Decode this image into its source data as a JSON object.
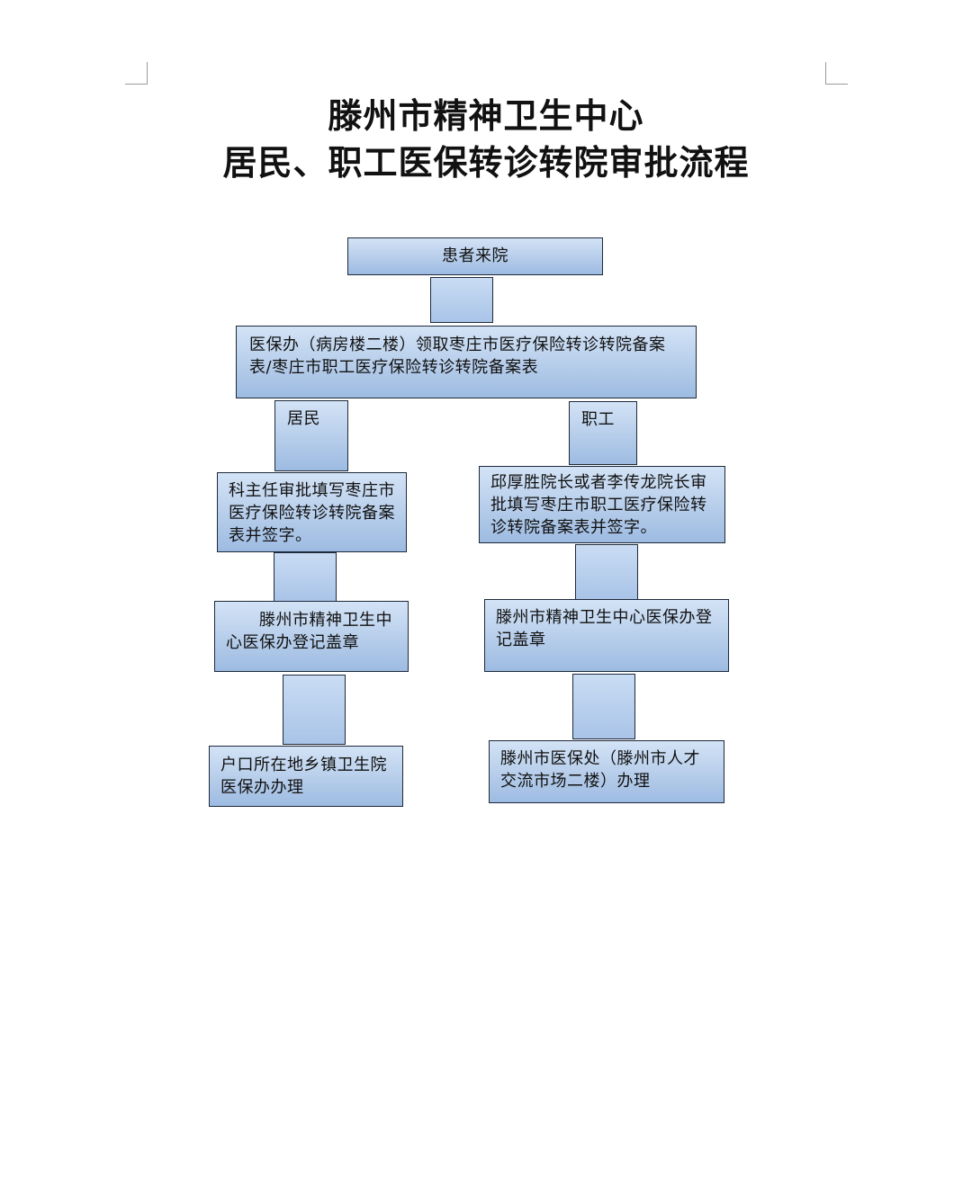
{
  "title": {
    "line1": "滕州市精神卫生中心",
    "line2": "居民、职工医保转诊转院审批流程"
  },
  "flowchart": {
    "start": "患者来院",
    "step1": "医保办（病房楼二楼）领取枣庄市医疗保险转诊转院备案表/枣庄市职工医疗保险转诊转院备案表",
    "branch_resident": {
      "label": "居民",
      "approve": "科主任审批填写枣庄市医疗保险转诊转院备案表并签字。",
      "register": "　　滕州市精神卫生中心医保办登记盖章",
      "handle": "户口所在地乡镇卫生院医保办办理"
    },
    "branch_employee": {
      "label": "职工",
      "approve": "邱厚胜院长或者李传龙院长审批填写枣庄市职工医疗保险转诊转院备案表并签字。",
      "register": "滕州市精神卫生中心医保办登记盖章",
      "handle": "滕州市医保处（滕州市人才交流市场二楼）办理"
    }
  },
  "colors": {
    "box_fill_top": "#d3e3f6",
    "box_fill_bottom": "#9dbbe2",
    "box_border": "#1f2a3a"
  }
}
